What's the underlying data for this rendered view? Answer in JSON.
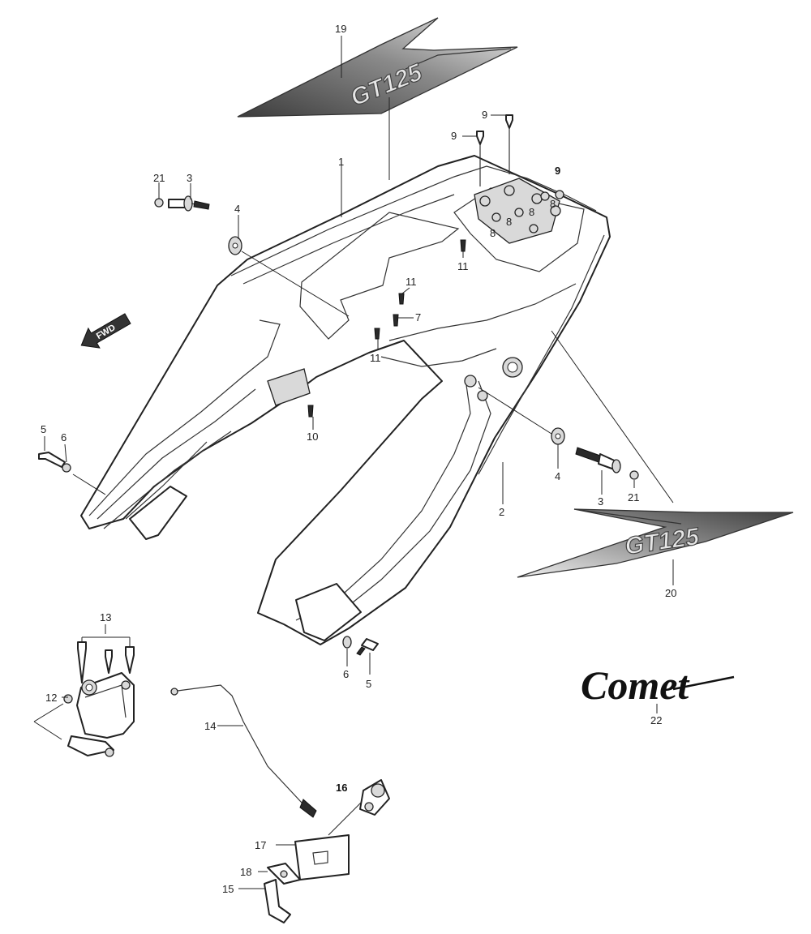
{
  "decals": {
    "left": "GT125",
    "right": "GT125"
  },
  "fwd_label": "FWD",
  "logo_text": "Comet",
  "callouts": {
    "c19": "19",
    "c1": "1",
    "c21_left": "21",
    "c3_left": "3",
    "c4_left": "4",
    "c9_a": "9",
    "c9_b": "9",
    "c9_bold": "9",
    "c8_a": "8",
    "c8_b": "8",
    "c8_c": "8",
    "c8_d": "8",
    "c11_a": "11",
    "c11_b": "11",
    "c11_c": "11",
    "c7": "7",
    "c10": "10",
    "c5_left": "5",
    "c6_left": "6",
    "c2": "2",
    "c4_right": "4",
    "c3_right": "3",
    "c21_right": "21",
    "c20": "20",
    "c13": "13",
    "c12": "12",
    "c14": "14",
    "c6_bottom": "6",
    "c5_bottom": "5",
    "c16": "16",
    "c17": "17",
    "c18": "18",
    "c15": "15",
    "c22": "22"
  },
  "colors": {
    "line": "#222222",
    "decal_dark": "#555555",
    "decal_light": "#eeeeee"
  }
}
